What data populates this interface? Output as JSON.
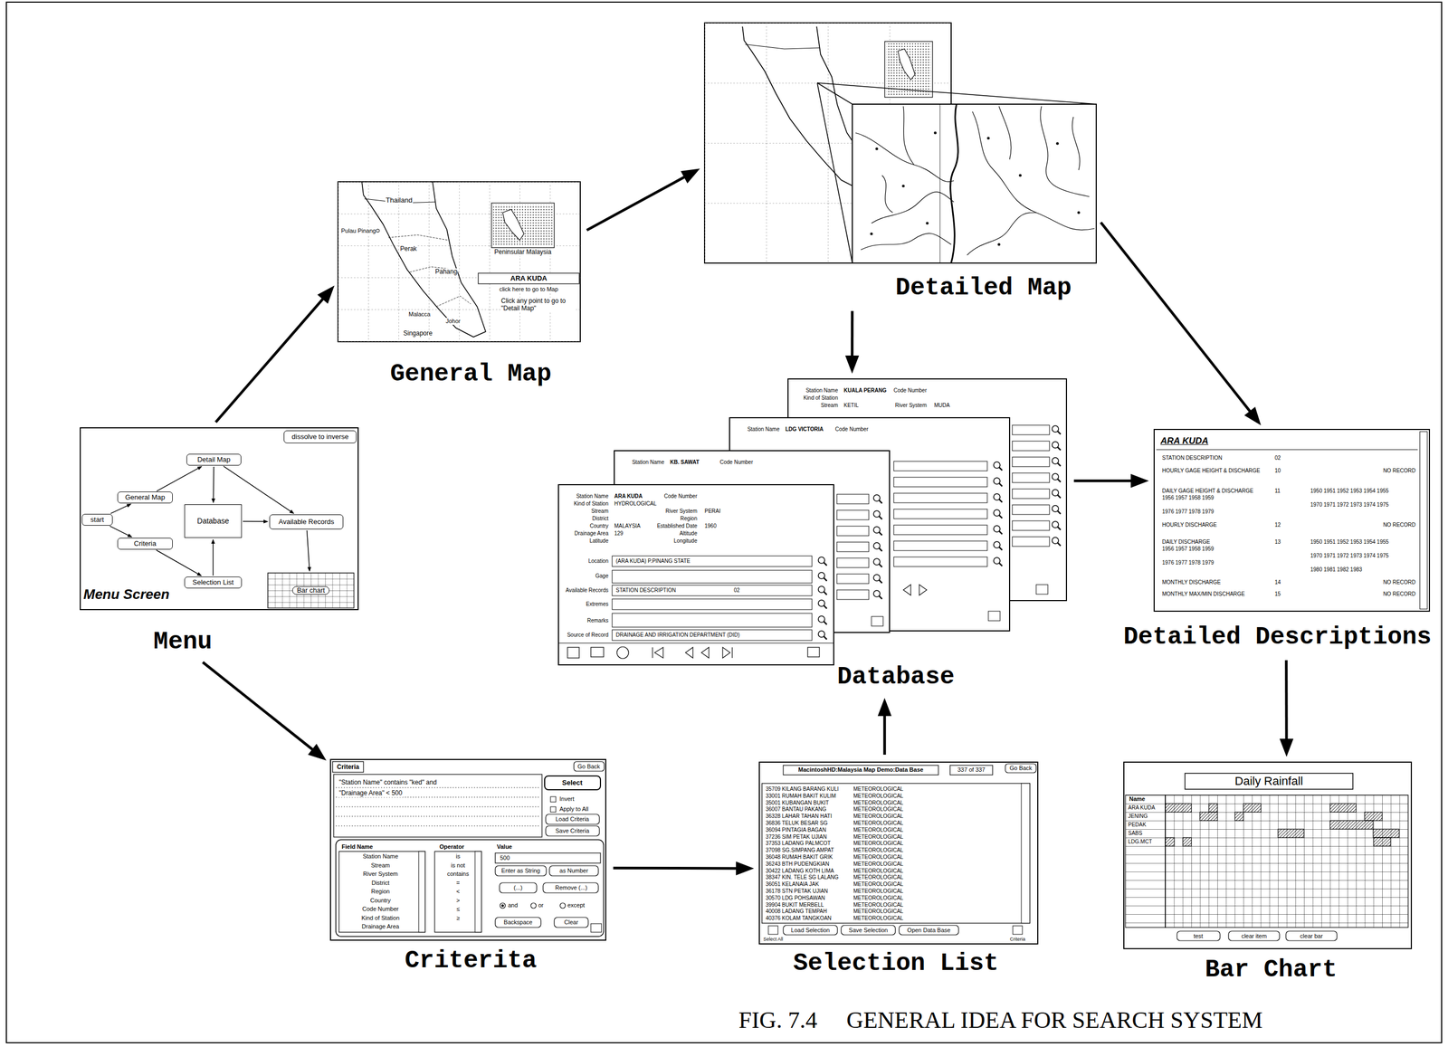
{
  "diagram": {
    "caption": "FIG. 7.4     GENERAL IDEA FOR SEARCH SYSTEM",
    "nodes": [
      {
        "text": [
          "Menu"
        ]
      },
      {
        "text": [
          "dissolve to inverse"
        ],
        "in": 0
      },
      {
        "text": [
          "Detail Map"
        ],
        "in": 0
      },
      {
        "text": [
          "General Map"
        ],
        "in": 0
      },
      {
        "text": [
          "start"
        ],
        "in": 0
      },
      {
        "text": [
          "Database"
        ],
        "in": 0
      },
      {
        "text": [
          "Available Records"
        ],
        "in": 0
      },
      {
        "text": [
          "Criteria"
        ],
        "in": 0
      },
      {
        "text": [
          "Selection List"
        ],
        "in": 0
      },
      {
        "text": [
          "Bar chart"
        ],
        "in": 0
      },
      {
        "text": [
          "General Map"
        ]
      },
      {
        "text": [
          "Detailed Map"
        ]
      },
      {
        "text": [
          "Database"
        ]
      },
      {
        "text": [
          "Detailed Descriptions"
        ]
      },
      {
        "text": [
          "Criterita"
        ]
      },
      {
        "text": [
          "Selection List"
        ]
      },
      {
        "text": [
          "Bar Chart"
        ]
      }
    ],
    "edges": [
      {
        "from": 0,
        "to": 10,
        "arrow": "to"
      },
      {
        "from": 10,
        "to": 11,
        "arrow": "to"
      },
      {
        "from": 11,
        "to": 12,
        "arrow": "to"
      },
      {
        "from": 11,
        "to": 13,
        "arrow": "to"
      },
      {
        "from": 12,
        "to": 13,
        "arrow": "to"
      },
      {
        "from": 0,
        "to": 14,
        "arrow": "to"
      },
      {
        "from": 14,
        "to": 15,
        "arrow": "to"
      },
      {
        "from": 15,
        "to": 12,
        "arrow": "to"
      },
      {
        "from": 13,
        "to": 16,
        "arrow": "to"
      },
      {
        "from": 4,
        "to": 3,
        "arrow": "to"
      },
      {
        "from": 4,
        "to": 7,
        "arrow": "to"
      },
      {
        "from": 3,
        "to": 2,
        "arrow": "to"
      },
      {
        "from": 2,
        "to": 5,
        "arrow": "to"
      },
      {
        "from": 2,
        "to": 6,
        "arrow": "to"
      },
      {
        "from": 5,
        "to": 6,
        "arrow": "to"
      },
      {
        "from": 7,
        "to": 8,
        "arrow": "to"
      },
      {
        "from": 8,
        "to": 5,
        "arrow": "to"
      },
      {
        "from": 6,
        "to": 9,
        "arrow": "to"
      }
    ],
    "labels": [
      "Menu Screen",
      "Thailand",
      "Pulau Pinang",
      "Perak",
      "Pahang",
      "Malacca",
      "Johor",
      "Singapore",
      "Peninsular Malaysia",
      "ARA KUDA",
      "click here to go to Map",
      "Click any point to go to \"Detail Map\"",
      "Station Name",
      "Kind of Station",
      "Stream",
      "District",
      "Country",
      "Drainage Area",
      "Latitude",
      "ARA KUDA",
      "HYDROLOGICAL",
      "MALAYSIA",
      "129",
      "Code Number",
      "River System",
      "Region",
      "Established Date",
      "Altitude",
      "Longitude",
      "PERAI",
      "1960",
      "Location",
      "(ARA KUDA) P.PINANG STATE",
      "Gage",
      "Available Records",
      "STATION DESCRIPTION",
      "02",
      "Extremes",
      "Remarks",
      "Source of Record",
      "DRAINAGE AND IRRIGATION DEPARTMENT (DID)",
      "Station Name",
      "KB. SAWAT",
      "Code Number",
      "Station Name",
      "LDG VICTORIA",
      "Code Number",
      "Station Name",
      "KUALA PERANG",
      "Kind of Station",
      "Stream",
      "KETIL",
      "Code Number",
      "River System",
      "MUDA",
      "ARA KUDA",
      "STATION DESCRIPTION",
      "02",
      "HOURLY GAGE HEIGHT & DISCHARGE",
      "10",
      "NO RECORD",
      "DAILY GAGE HEIGHT & DISCHARGE",
      "11",
      "1950 1951 1952 1953 1954 1955",
      "1956 1957 1958 1959",
      "1970 1971 1972 1973 1974 1975",
      "1976 1977 1978 1979",
      "HOURLY DISCHARGE",
      "12",
      "NO RECORD",
      "DAILY DISCHARGE",
      "13",
      "1950 1951 1952 1953 1954 1955",
      "1956 1957 1958 1959",
      "1970 1971 1972 1973 1974 1975",
      "1976 1977 1978 1979",
      "1980 1981 1982 1983",
      "MONTHLY DISCHARGE",
      "14",
      "NO RECORD",
      "MONTHLY MAX/MIN DISCHARGE",
      "15",
      "NO RECORD",
      "Criteria",
      "Go Back",
      "\"Station Name\" contains \"ked\" and",
      "\"Drainage Area\" < 500",
      "Select",
      "Invert",
      "Apply to All",
      "Load Criteria",
      "Save Criteria",
      "Field Name",
      "Operator",
      "Value",
      "Station Name",
      "Stream",
      "River System",
      "District",
      "Region",
      "Country",
      "Code Number",
      "Kind of Station",
      "Drainage Area",
      "is",
      "is not",
      "contains",
      "=",
      "<",
      ">",
      "≤",
      "≥",
      "500",
      "Enter as String",
      "as Number",
      "(...)",
      "Remove (...)",
      "and",
      "or",
      "except",
      "Backspace",
      "Clear",
      "MacintoshHD:Malaysia Map Demo:Data Base",
      "337 of 337",
      "Go Back",
      "35709 KILANG BARANG KULI",
      "METEOROLOGICAL",
      "33001 RUMAH BAKIT KULIM",
      "METEOROLOGICAL",
      "35001 KUBANGAN BUKIT",
      "METEOROLOGICAL",
      "36007 BANTAU PAKANG",
      "METEOROLOGICAL",
      "36328 LAHAR TAHAN HATI",
      "METEOROLOGICAL",
      "36836 TELUK BESAR SG",
      "METEOROLOGICAL",
      "36094 PINTAGIA BAGAN",
      "METEOROLOGICAL",
      "37236 SIM PETAK UJIAN",
      "METEOROLOGICAL",
      "37353 LADANG PALMCOT",
      "METEOROLOGICAL",
      "37098 SG.SIMPANG AMPAT",
      "METEOROLOGICAL",
      "36048 RUMAH BAKIT GRIK",
      "METEOROLOGICAL",
      "36243 BTH PUDENGKIAN",
      "METEOROLOGICAL",
      "30422 LADANG KOTH LIMA",
      "METEOROLOGICAL",
      "38347 KIN. TELE SG LALANG",
      "METEOROLOGICAL",
      "36051 KELANAIA JAK",
      "METEOROLOGICAL",
      "36178 STN PETAK UJIAN",
      "METEOROLOGICAL",
      "30570 LDG POHSAWAN",
      "METEOROLOGICAL",
      "39904 BUKIT MERBELL",
      "METEOROLOGICAL",
      "40008 LADANG TEMPAH",
      "METEOROLOGICAL",
      "40376 KOLAM TANGKOAN",
      "METEOROLOGICAL",
      "Load Selection",
      "Save Selection",
      "Open Data Base",
      "Select All",
      "Criteria",
      "Daily Rainfall",
      "Name",
      "ARA KUDA",
      "JENING",
      "PEDAK",
      "SABS",
      "LDG.MCT",
      "test",
      "clear item",
      "clear bar"
    ]
  }
}
